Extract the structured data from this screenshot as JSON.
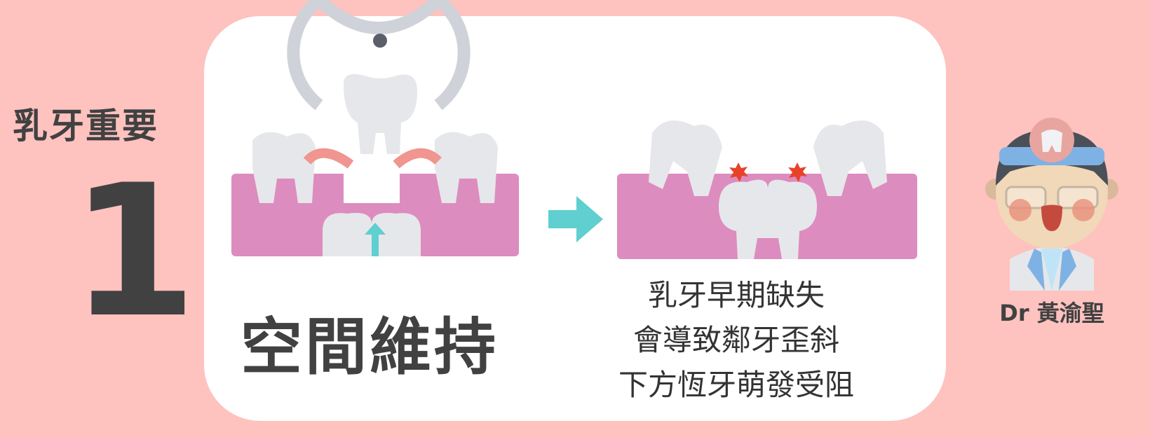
{
  "side_title": "乳牙重要",
  "number": "1",
  "main_title": "空間維持",
  "description": [
    "乳牙早期缺失",
    "會導致鄰牙歪斜",
    "下方恆牙萌發受阻"
  ],
  "doctor": {
    "name": "Dr 黃渝聖"
  },
  "colors": {
    "background": "#fec2bf",
    "gum": "#dd8cbf",
    "tooth": "#e6e7ea",
    "arrow": "#5fcfcf",
    "pink_arrow": "#f0958f",
    "star": "#e8432a"
  }
}
